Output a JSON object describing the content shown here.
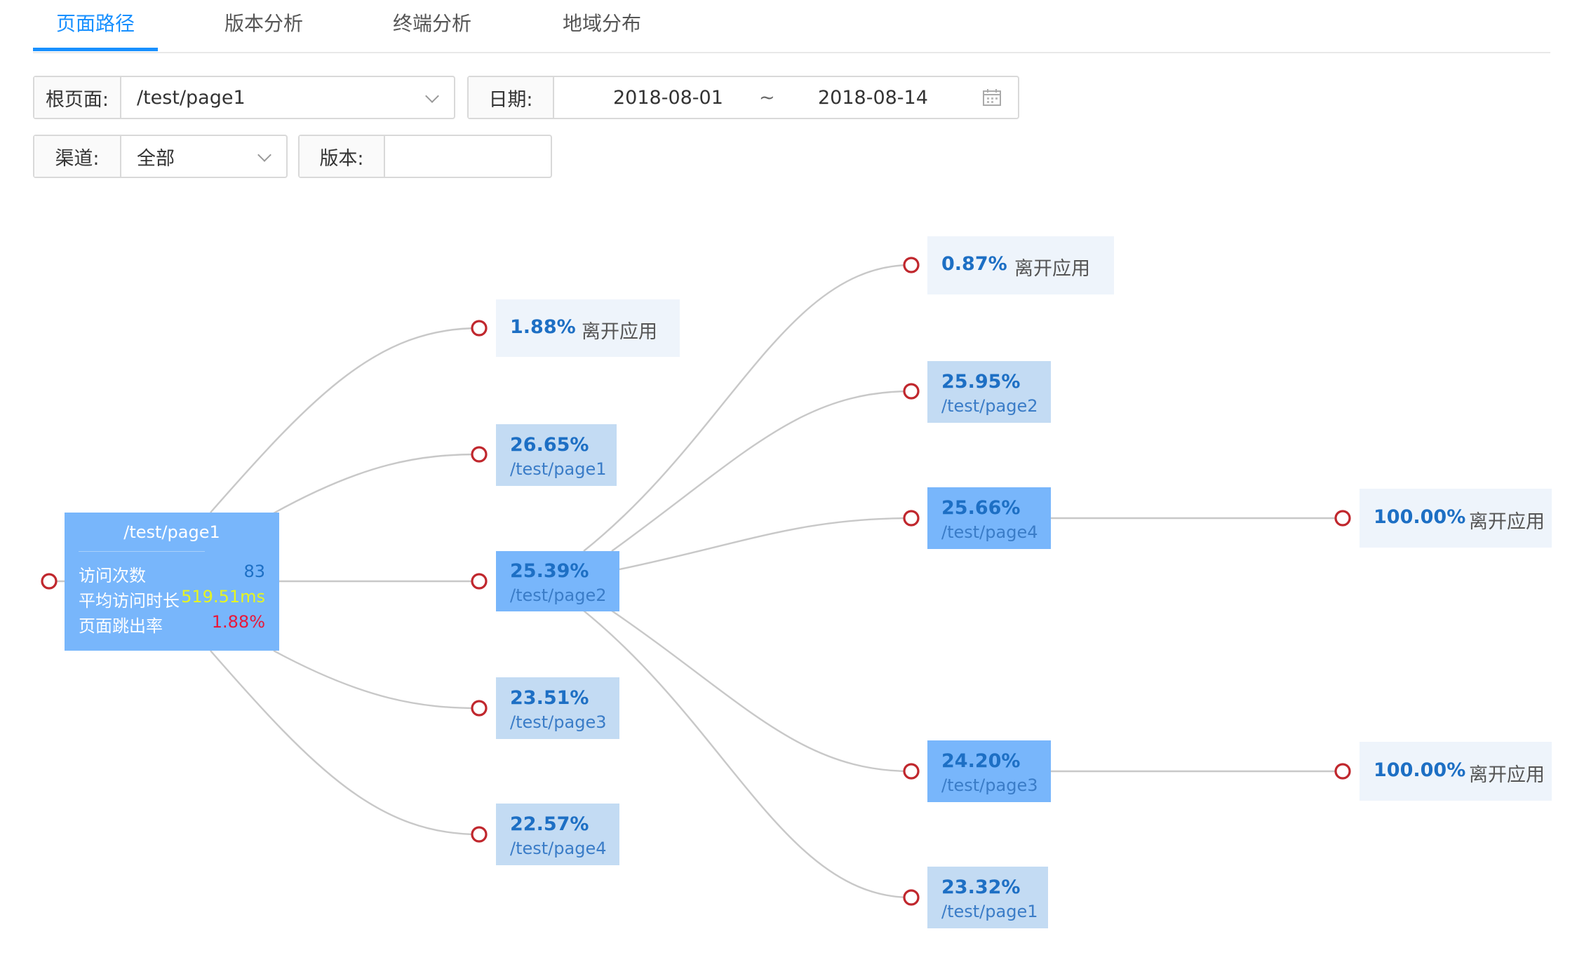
{
  "tabs": [
    {
      "label": "页面路径",
      "active": true
    },
    {
      "label": "版本分析",
      "active": false
    },
    {
      "label": "终端分析",
      "active": false
    },
    {
      "label": "地域分布",
      "active": false
    }
  ],
  "filters": {
    "root_page": {
      "label": "根页面:",
      "value": "/test/page1"
    },
    "date": {
      "label": "日期:",
      "start": "2018-08-01",
      "separator": "~",
      "end": "2018-08-14"
    },
    "channel": {
      "label": "渠道:",
      "value": "全部"
    },
    "version": {
      "label": "版本:",
      "value": ""
    }
  },
  "root_node": {
    "title": "/test/page1",
    "stats": [
      {
        "label": "访问次数",
        "value": "83",
        "color": "#1d6fc4"
      },
      {
        "label": "平均访问时长",
        "value": "519.51ms",
        "color": "#e6f51f"
      },
      {
        "label": "页面跳出率",
        "value": "1.88%",
        "color": "#e8173a"
      }
    ]
  },
  "level1": [
    {
      "pct": "1.88%",
      "label": "离开应用",
      "kind": "leave"
    },
    {
      "pct": "26.65%",
      "label": "/test/page1",
      "kind": "page"
    },
    {
      "pct": "25.39%",
      "label": "/test/page2",
      "kind": "selected"
    },
    {
      "pct": "23.51%",
      "label": "/test/page3",
      "kind": "page"
    },
    {
      "pct": "22.57%",
      "label": "/test/page4",
      "kind": "page"
    }
  ],
  "level2": [
    {
      "pct": "0.87%",
      "label": "离开应用",
      "kind": "leave"
    },
    {
      "pct": "25.95%",
      "label": "/test/page2",
      "kind": "page"
    },
    {
      "pct": "25.66%",
      "label": "/test/page4",
      "kind": "selected"
    },
    {
      "pct": "24.20%",
      "label": "/test/page3",
      "kind": "selected"
    },
    {
      "pct": "23.32%",
      "label": "/test/page1",
      "kind": "page"
    }
  ],
  "level3": [
    {
      "pct": "100.00%",
      "label": "离开应用",
      "kind": "leave"
    },
    {
      "pct": "100.00%",
      "label": "离开应用",
      "kind": "leave"
    }
  ],
  "colors": {
    "accent": "#1890ff",
    "link": "#c8c8c8",
    "circle": "#c0272d"
  }
}
